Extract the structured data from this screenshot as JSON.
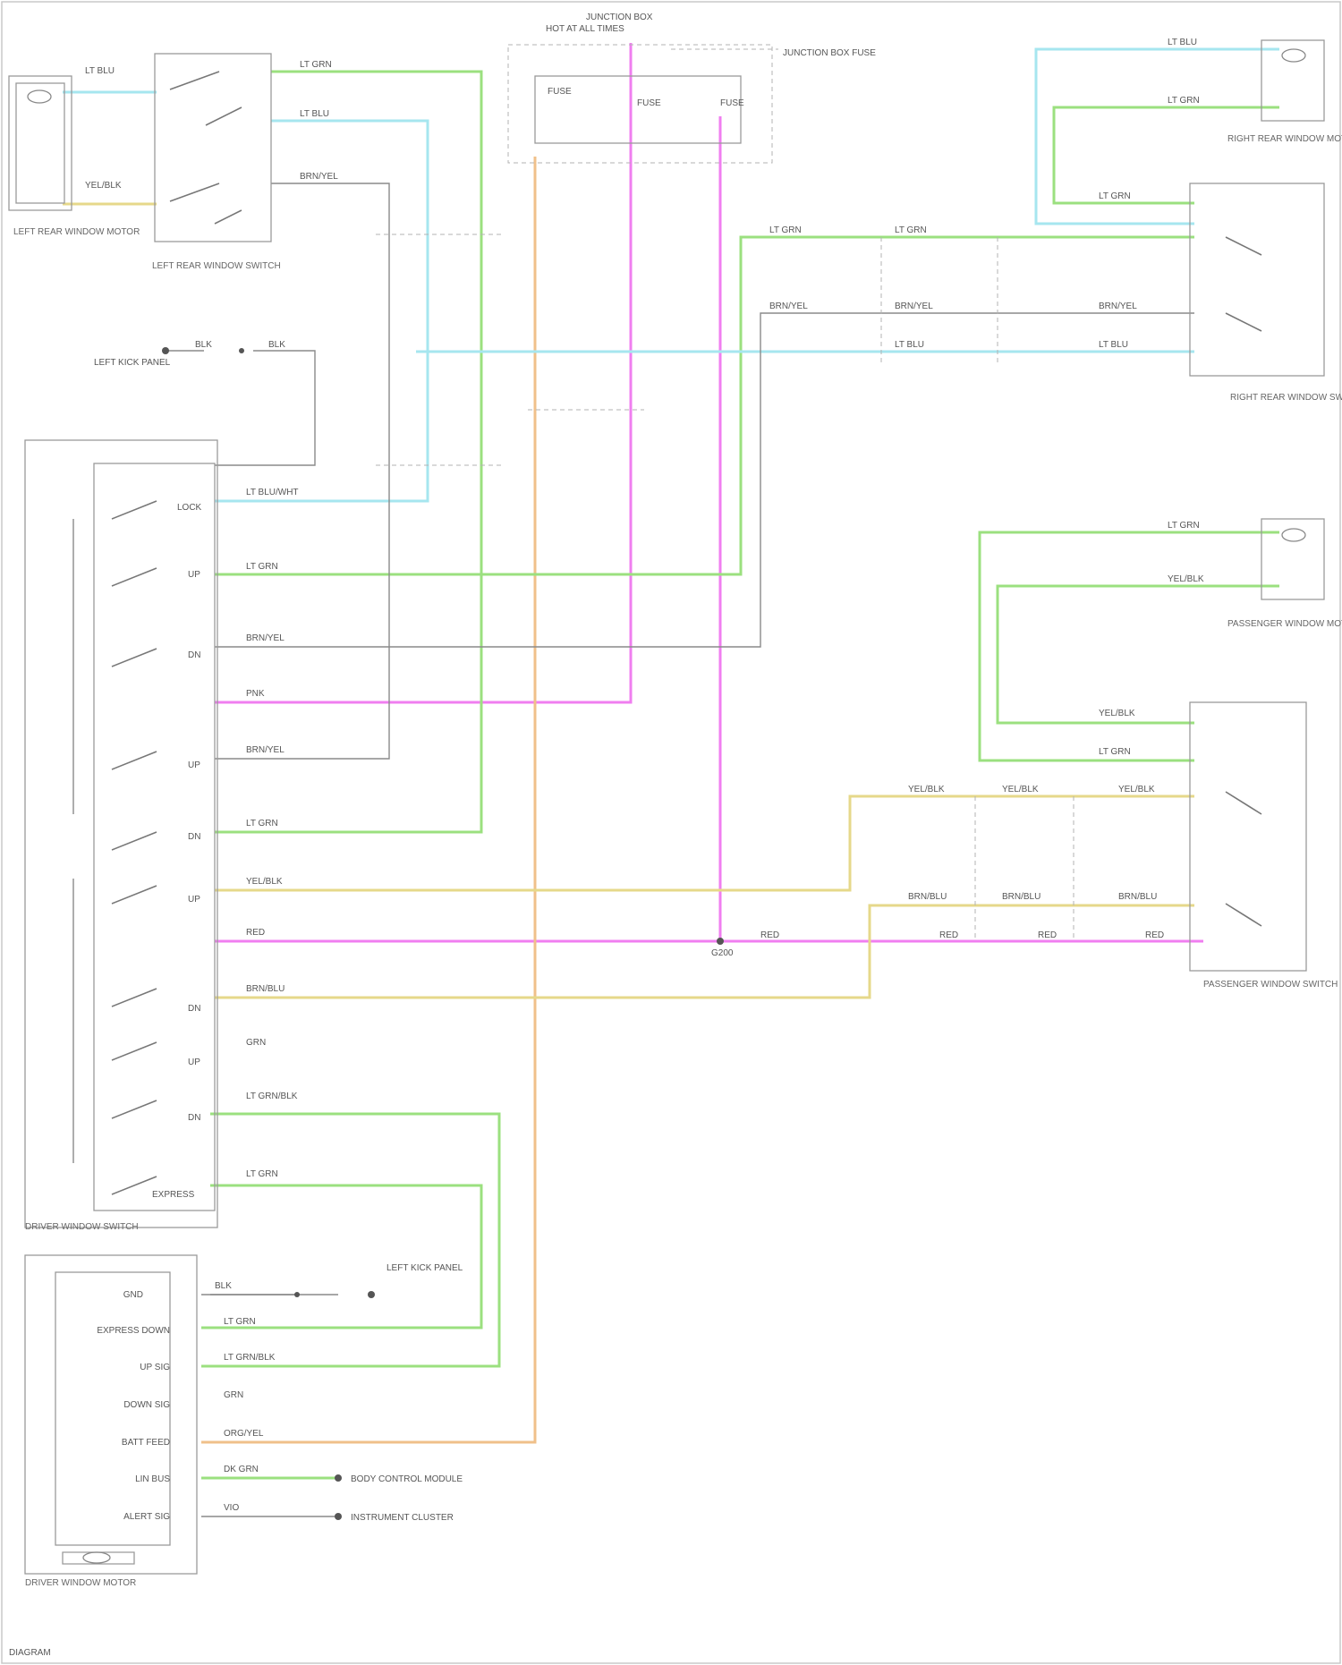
{
  "diagram": {
    "components": {
      "fuse_box": {
        "title": "HOT AT ALL TIMES",
        "subtitle": "JUNCTION BOX",
        "fuse1": "FUSE",
        "fuse2": "FUSE",
        "fuse3": "FUSE"
      },
      "fuse_box_note": "JUNCTION BOX FUSE",
      "left_mirror_switch": "LEFT REAR WINDOW SWITCH",
      "left_motor": "LEFT REAR WINDOW MOTOR",
      "right_mirror_switch": "RIGHT REAR WINDOW SWITCH",
      "right_motor": "RIGHT REAR WINDOW MOTOR",
      "passenger_switch": "PASSENGER WINDOW SWITCH",
      "passenger_motor": "PASSENGER WINDOW MOTOR",
      "driver_switch": "DRIVER WINDOW SWITCH",
      "driver_motor": "DRIVER WINDOW MOTOR",
      "left_kick": "LEFT KICK PANEL",
      "ground_label": "G200",
      "driver_module_label": "DRIVER WINDOW MOTOR",
      "module_pins": [
        "GND",
        "EXPRESS DOWN",
        "UP SIG",
        "DOWN SIG",
        "BATT FEED",
        "LIN BUS",
        "ALERT SIG"
      ],
      "external_1": "BODY CONTROL MODULE",
      "external_2": "INSTRUMENT CLUSTER",
      "footer": "DIAGRAM"
    },
    "wire_labels": {
      "lt_blu": "LT BLU",
      "grn": "GRN",
      "lt_grn": "LT GRN",
      "blu_wht": "BLU/WHT",
      "brn_yel": "BRN/YEL",
      "blk": "BLK",
      "pnk": "PNK",
      "red": "RED",
      "yel_blk": "YEL/BLK",
      "brn_blu": "BRN/BLU",
      "org_yel": "ORG/YEL",
      "lt_grn_blk": "LT GRN/BLK",
      "lt_blu_wht": "LT BLU/WHT",
      "vio": "VIO",
      "dk_grn": "DK GRN"
    },
    "switch_labels": [
      "LOCK",
      "UP",
      "DN",
      "UP",
      "DN",
      "UP",
      "DN",
      "UP",
      "DN",
      "EXPRESS"
    ],
    "colors": {
      "green": "#9be07f",
      "cyan": "#a6e6ef",
      "magenta": "#f07ef0",
      "orange": "#f0c08a",
      "yellow": "#e6d88a",
      "gray": "#8f8f8f"
    }
  }
}
